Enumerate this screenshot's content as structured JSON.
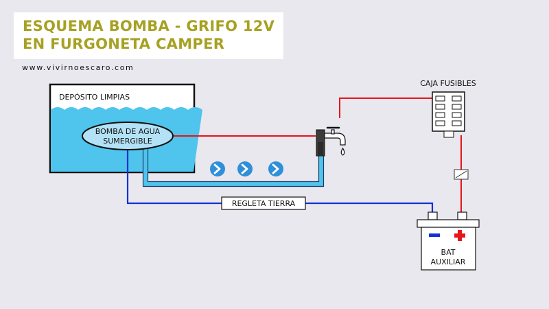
{
  "header": {
    "title_line1": "ESQUEMA BOMBA - GRIFO 12V",
    "title_line2": "EN FURGONETA CAMPER",
    "website": "www.vivirnoescaro.com"
  },
  "tank": {
    "label": "DEPÓSITO LIMPIAS"
  },
  "pump": {
    "label_line1": "BOMBA DE AGUA",
    "label_line2": "SUMERGIBLE"
  },
  "ground_strip": {
    "label": "REGLETA TIERRA"
  },
  "fuse_box": {
    "label": "CAJA FUSIBLES"
  },
  "battery": {
    "label_line1": "BAT",
    "label_line2": "AUXILIAR"
  },
  "colors": {
    "title": "#a7a123",
    "water": "#4fc4ec",
    "positive_wire": "#e8141a",
    "ground_wire": "#1531d6",
    "flow_arrow": "#2f8fd8"
  }
}
